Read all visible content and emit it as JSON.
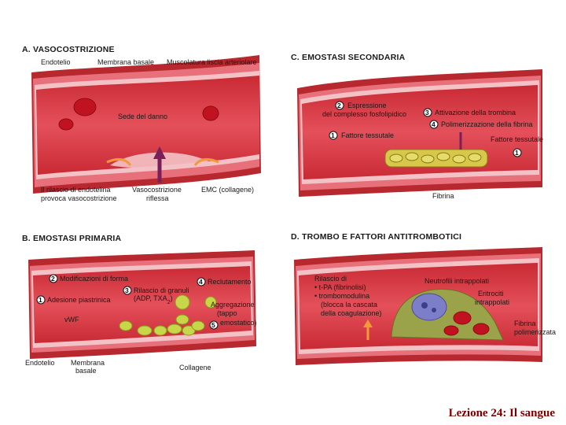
{
  "caption": "Lezione 24: Il sangue",
  "panels": {
    "a": {
      "title": "A. VASOCOSTRIZIONE",
      "labels": {
        "endothelium": "Endotelio",
        "basement": "Membrana basale",
        "muscle": "Muscolatura liscia arteriolare",
        "damage": "Sede del danno",
        "endothelin_1": "Il rilascio di endotelina",
        "endothelin_2": "provoca vasocostrizione",
        "reflex_1": "Vasocostrizione",
        "reflex_2": "riflessa",
        "ecm": "EMC (collagene)"
      }
    },
    "b": {
      "title": "B. EMOSTASI PRIMARIA",
      "labels": {
        "shape_change": "Modificazioni di forma",
        "granule_1": "Rilascio di granuli",
        "granule_2": "(ADP, TXA",
        "granule_sub": "2",
        "granule_close": ")",
        "recruitment": "Reclutamento",
        "adhesion": "Adesione piastrinica",
        "aggregation_1": "Aggregazione",
        "aggregation_2": "(tappo",
        "aggregation_3": "emostatico)",
        "vwf": "vWF",
        "endothelium": "Endotelio",
        "basement_1": "Membrana",
        "basement_2": "basale",
        "collagen": "Collagene"
      }
    },
    "c": {
      "title": "C. EMOSTASI SECONDARIA",
      "labels": {
        "expression_1": "Espressione",
        "expression_2": "del complesso fosfolipidico",
        "thrombin": "Attivazione della trombina",
        "fibrin_poly": "Polimerizzazione della fibrina",
        "tissue_factor": "Fattore tessutale",
        "tissue_factor_r": "Fattore tessutale",
        "fibrin": "Fibrina"
      }
    },
    "d": {
      "title": "D. TROMBO E FATTORI ANTITROMBOTICI",
      "labels": {
        "release": "Rilascio di",
        "tpa": "• t-PA (fibrinolisi)",
        "thrombomodulin": "• trombomodulina",
        "block_1": "(blocca la cascata",
        "block_2": "della coagulazione)",
        "neutrophils": "Neutrofili intrappolati",
        "erythro_1": "Eritrociti",
        "erythro_2": "intrappolati",
        "fibrin_1": "Fibrina",
        "fibrin_2": "polimerizzata"
      }
    }
  },
  "step_numbers": [
    "1",
    "2",
    "3",
    "4",
    "5"
  ],
  "colors": {
    "lumen": "#d8343e",
    "lumen_light": "#f08a8a",
    "wall_band": "#e8707a",
    "wall_dark": "#b8282f",
    "endothelium": "#f3c2c6",
    "muscle_stripe": "#c9444c",
    "platelet": "#c8d64a",
    "platelet_edge": "#8a9a1c",
    "erythrocyte": "#c1121f",
    "neutrophil": "#7d7ec8",
    "arrow_orange": "#f29a3a",
    "arrow_purple": "#7a1f5a",
    "caption": "#7a0000"
  }
}
